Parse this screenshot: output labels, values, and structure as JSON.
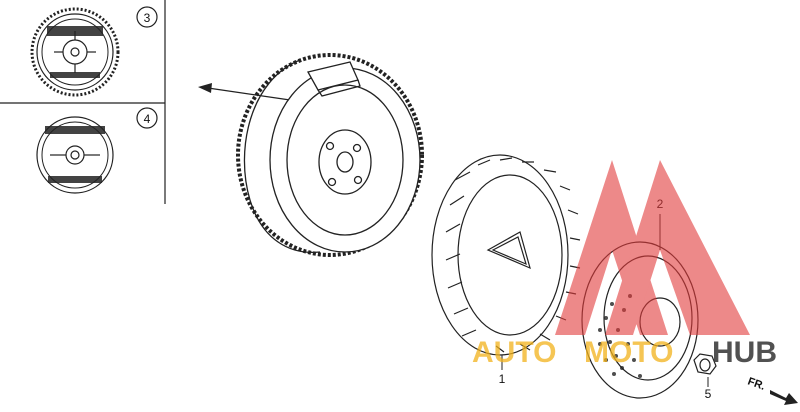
{
  "callouts": {
    "variant_a": "3",
    "variant_b": "4"
  },
  "parts": {
    "fan": "1",
    "starter_pulley": "2",
    "nut": "5"
  },
  "direction": {
    "label": "FR."
  },
  "watermark": {
    "text_part1": "AUTO",
    "text_part2": "MOTO",
    "text_part3": "HUB",
    "colors": {
      "logo": "#e23b3b",
      "auto": "#f2b21b",
      "moto": "#f2b21b",
      "hub": "#333333"
    }
  },
  "icons": [
    "flywheel-drawing",
    "cooling-fan-drawing",
    "starter-pulley-drawing",
    "flange-nut-drawing",
    "direction-arrow-icon",
    "triangle-logo"
  ]
}
